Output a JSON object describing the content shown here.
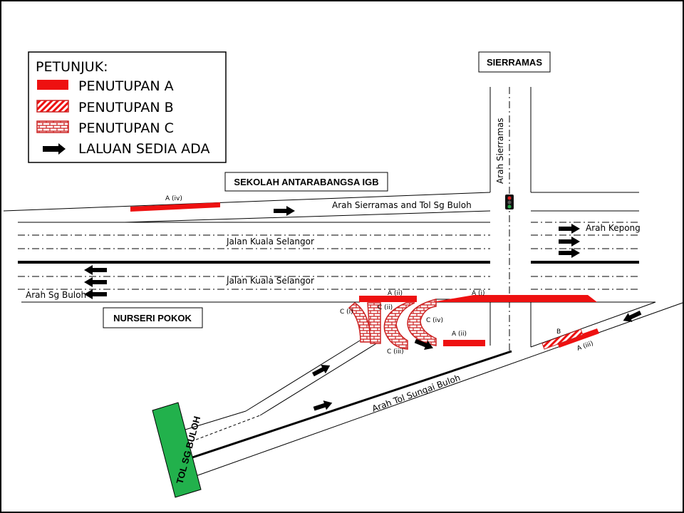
{
  "legend": {
    "title": "PETUNJUK:",
    "items": [
      {
        "label": "PENUTUPAN A",
        "swatch": "solid-red"
      },
      {
        "label": "PENUTUPAN B",
        "swatch": "hatched-red"
      },
      {
        "label": "PENUTUPAN C",
        "swatch": "brick-red"
      },
      {
        "label": "LALUAN SEDIA ADA",
        "swatch": "black-arrow"
      }
    ]
  },
  "places": {
    "sierramas": "SIERRAMAS",
    "igb_school": "SEKOLAH ANTARABANGSA IGB",
    "nurseri": "NURSERI POKOK",
    "toll": "TOL SG BULOH"
  },
  "roads": {
    "to_sierramas_toll": "Arah Sierramas and Tol Sg Buloh",
    "jalan_kl_selangor_top": "Jalan Kuala Selangor",
    "jalan_kl_selangor_bottom": "Jalan Kuala Selangor",
    "to_sg_buloh": "Arah Sg Buloh",
    "to_kepong": "Arah Kepong",
    "to_sierramas": "Arah Sierramas",
    "to_toll_sungai_buloh": "Arah Tol Sungai Buloh"
  },
  "closure_labels": {
    "a_iv": "A (iv)",
    "a_ii_top": "A (ii)",
    "a_i": "A (i)",
    "a_ii_bottom": "A (ii)",
    "a_iii": "A (iii)",
    "b": "B",
    "c_i": "C (i)",
    "c_ii": "C (ii)",
    "c_iii": "C (iii)",
    "c_iv": "C (iv)"
  },
  "colors": {
    "closure_red": "#ee1111",
    "toll_green": "#22b14c",
    "road_black": "#000000",
    "signal_red": "#dd2222",
    "signal_amber": "#333333",
    "signal_green": "#22aa44"
  }
}
